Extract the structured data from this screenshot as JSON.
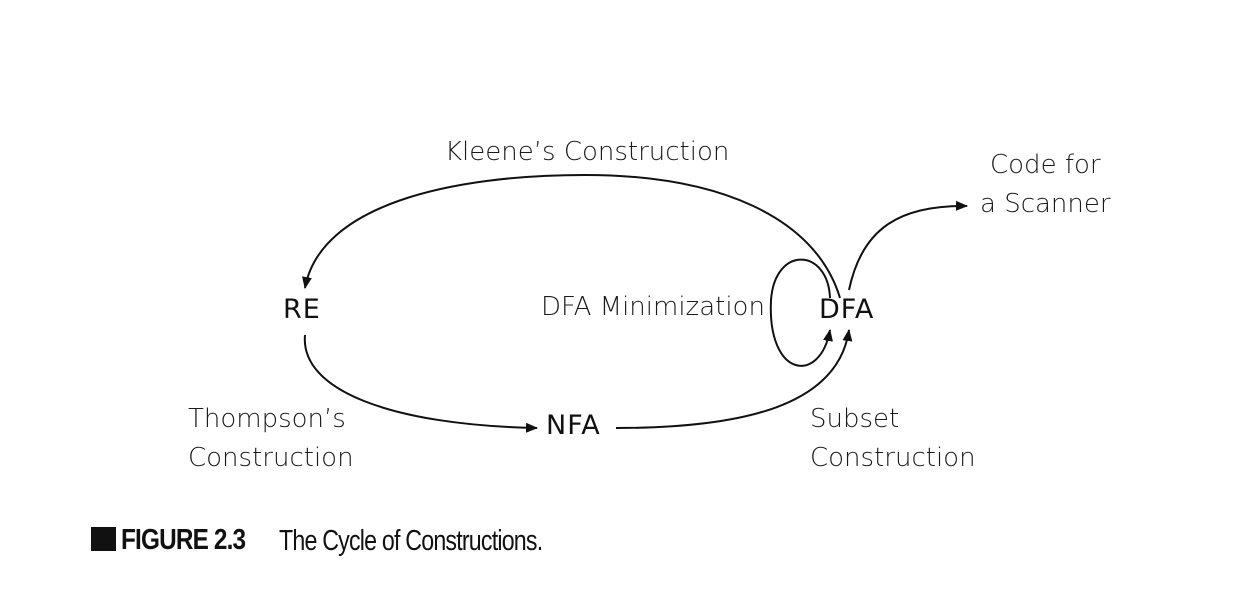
{
  "nodes": {
    "re": "RE",
    "nfa": "NFA",
    "dfa": "DFA"
  },
  "labels": {
    "kleene": "Kleene’s Construction",
    "code_line1": "Code for",
    "code_line2": "a Scanner",
    "minimization": "DFA Minimization",
    "thompson_line1": "Thompson’s",
    "thompson_line2": "Construction",
    "subset_line1": "Subset",
    "subset_line2": "Construction"
  },
  "caption": {
    "number": "FIGURE 2.3",
    "title": "The Cycle of Constructions."
  }
}
